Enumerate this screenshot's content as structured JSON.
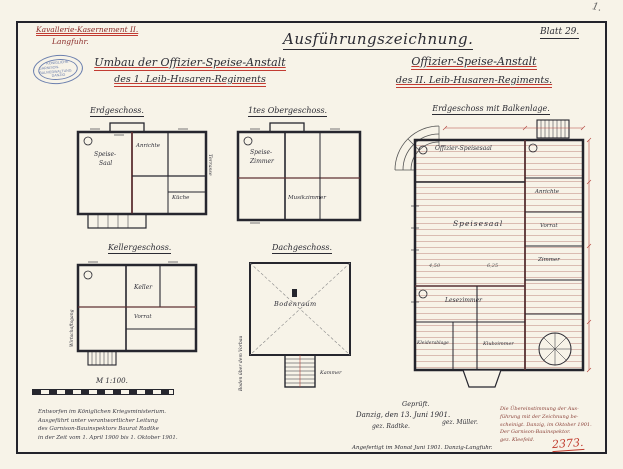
{
  "sheet": {
    "corner_mark": "1.",
    "unit_line1": "Kavallerie-Kasernement II.",
    "unit_line2": "Langfuhr.",
    "main_title": "Ausführungszeichnung.",
    "sheet_number": "Blatt 29.",
    "left_title_line1": "Umbau der Offizier-Speise-Anstalt",
    "left_title_line2": "des 1. Leib-Husaren-Regiments",
    "right_title_line1": "Offizier-Speise-Anstalt",
    "right_title_line2": "des II.  Leib-Husaren-Regiments.",
    "ink_color": "#2b2b33",
    "accent_red": "#c23b32",
    "maroon": "#8a2a28",
    "stamp_blue": "#6b7fae"
  },
  "stamp": {
    "line1": "KÖNIGLICHE",
    "line2": "GARNISON-BAUVERWALTUNG",
    "line3": "DANZIG"
  },
  "plans": {
    "erdgeschoss": {
      "title": "Erdgeschoss.",
      "labels": {
        "room1a": "Speise-",
        "room1b": "Saal",
        "room2": "Anrichte",
        "room3": "Küche",
        "side": "Terrasse"
      }
    },
    "obergeschoss": {
      "title": "1tes Obergeschoss.",
      "labels": {
        "room1a": "Speise-",
        "room1b": "Zimmer",
        "room2": "Musikzimmer"
      }
    },
    "kellergeschoss": {
      "title": "Kellergeschoss.",
      "labels": {
        "room1": "Keller",
        "room2": "Vorrat",
        "side": "Wirtschaftsgang"
      }
    },
    "dachgeschoss": {
      "title": "Dachgeschoss.",
      "labels": {
        "room1": "Bodenraum",
        "room2": "Kammer",
        "side": "Boden über dem Vorbau"
      }
    },
    "balkenlage": {
      "title": "Erdgeschoss mit Balkenlage.",
      "labels": {
        "top_room": "Offizier-Speisesaal",
        "main_room": "Speisesaal",
        "right1": "Anrichte",
        "right2": "Vorrat",
        "right3": "Zimmer",
        "mid_room": "Lesezimmer",
        "low1": "Kleiderablage",
        "low2": "Klubzimmer",
        "dim1": "4,50",
        "dim2": "6,25"
      }
    }
  },
  "footer": {
    "scale_label": "M 1:100.",
    "notes_left": [
      "Entworfen im Königlichen Kriegsministerium.",
      "Ausgeführt unter verantwortlicher Leitung",
      "des Garnison-Bauinspektors Baurat Radtke",
      "in der Zeit vom 1. April 1900 bis 1. Oktober 1901."
    ],
    "approved": "Geprüft.",
    "date_line": "Danzig, den 13. Juni 1901.",
    "signature1": "gez. Radtke.",
    "signature2": "gez. Müller.",
    "bottom_line": "Angefertigt im Monat Juni 1901.   Danzig-Langfuhr.",
    "certification": [
      "Die Übereinstimmung der Aus-",
      "führung mit der Zeichnung be-",
      "scheinigt. Danzig, im Oktober 1901.",
      "Der Garnison-Bauinspektor.",
      "gez. Kleefeld."
    ],
    "registry_number": "2373."
  }
}
